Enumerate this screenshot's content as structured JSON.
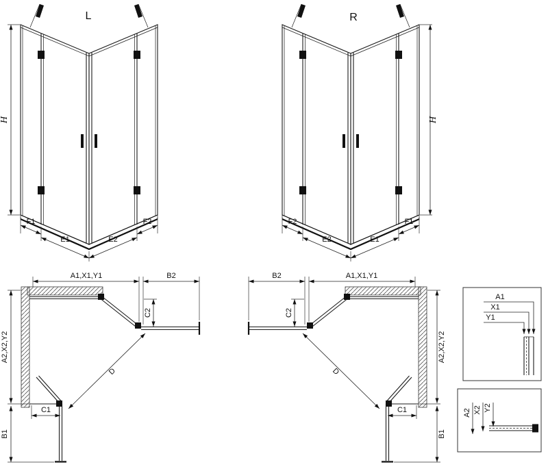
{
  "front_left": {
    "variant": "L",
    "h_label": "H",
    "f1": "F1",
    "e1": "E1",
    "e2": "E2",
    "f2": "F2"
  },
  "front_right": {
    "variant": "R",
    "h_label": "H",
    "f1": "F1",
    "e1": "E1",
    "e2": "E2",
    "f2": "F2"
  },
  "plan_left": {
    "width_top": "A1,X1,Y1",
    "b2": "B2",
    "c2": "C2",
    "depth": "A2,X2,Y2",
    "c1": "C1",
    "d": "D",
    "b1": "B1"
  },
  "plan_right": {
    "width_top": "A1,X1,Y1",
    "b2": "B2",
    "c2": "C2",
    "depth": "A2,X2,Y2",
    "c1": "C1",
    "d": "D",
    "b1": "B1"
  },
  "detail_top": {
    "a1": "A1",
    "x1": "X1",
    "y1": "Y1"
  },
  "detail_bottom": {
    "a2": "A2",
    "x2": "X2",
    "y2": "Y2"
  }
}
